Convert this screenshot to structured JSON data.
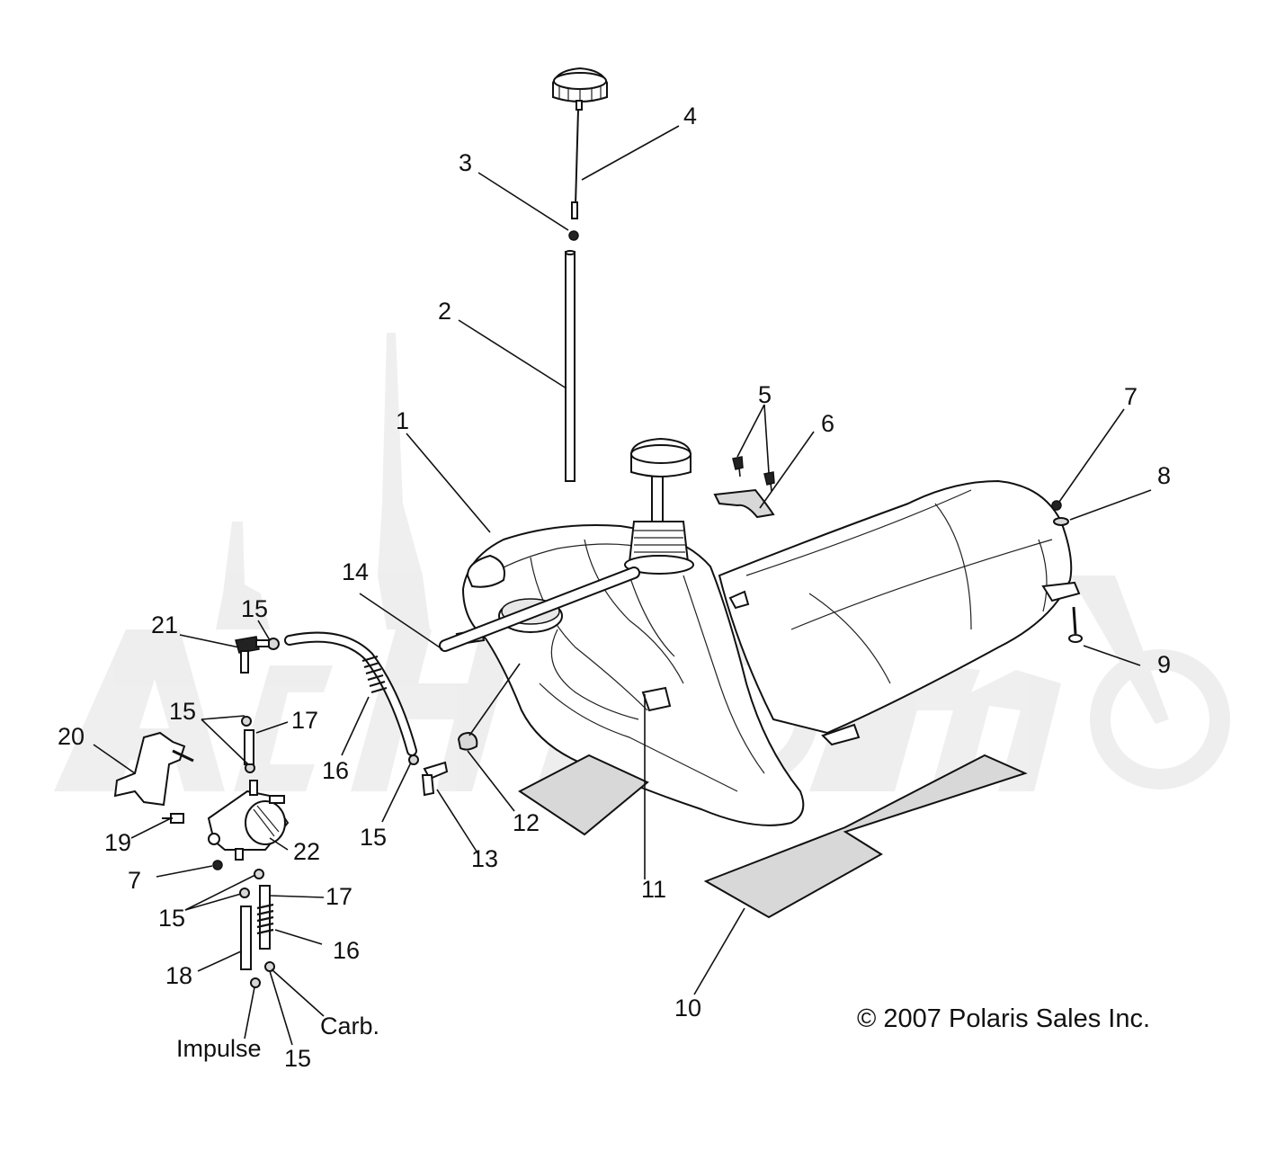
{
  "title": "",
  "copyright": "© 2007 Polaris Sales Inc.",
  "watermark": "Achim",
  "callouts": {
    "c1": "1",
    "c2": "2",
    "c3": "3",
    "c4": "4",
    "c5": "5",
    "c6": "6",
    "c7a": "7",
    "c7b": "7",
    "c8": "8",
    "c9": "9",
    "c10": "10",
    "c11": "11",
    "c12": "12",
    "c13": "13",
    "c14": "14",
    "c15a": "15",
    "c15b": "15",
    "c15c": "15",
    "c15d": "15",
    "c15e": "15",
    "c16a": "16",
    "c16b": "16",
    "c17a": "17",
    "c17b": "17",
    "c18": "18",
    "c19": "19",
    "c20": "20",
    "c21": "21",
    "c22": "22"
  },
  "line_labels": {
    "impulse": "Impulse",
    "carb": "Carb."
  }
}
